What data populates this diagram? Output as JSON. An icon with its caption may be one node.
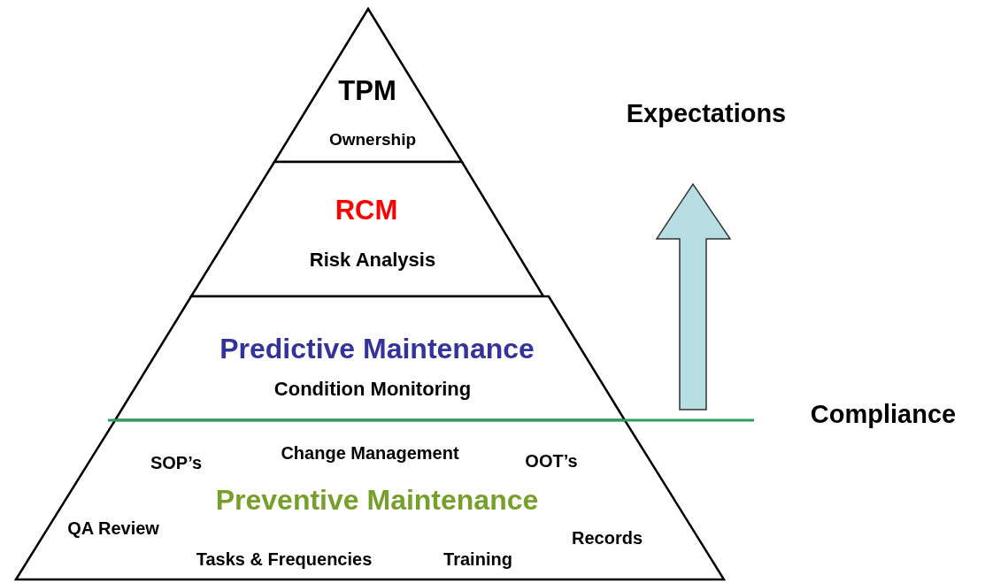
{
  "diagram": {
    "nodes": [
      {
        "text": [
          "TPM",
          "Ownership"
        ]
      },
      {
        "text": [
          "RCM",
          "Risk Analysis"
        ]
      },
      {
        "text": [
          "Predictive Maintenance",
          "Condition Monitoring"
        ]
      },
      {
        "text": [
          "SOP’s",
          "Change Management",
          "OOT’s",
          "Preventive Maintenance",
          "QA Review",
          "Records",
          "Tasks & Frequencies",
          "Training"
        ]
      }
    ],
    "edges": [],
    "labels": [
      "Expectations",
      "Compliance"
    ]
  }
}
